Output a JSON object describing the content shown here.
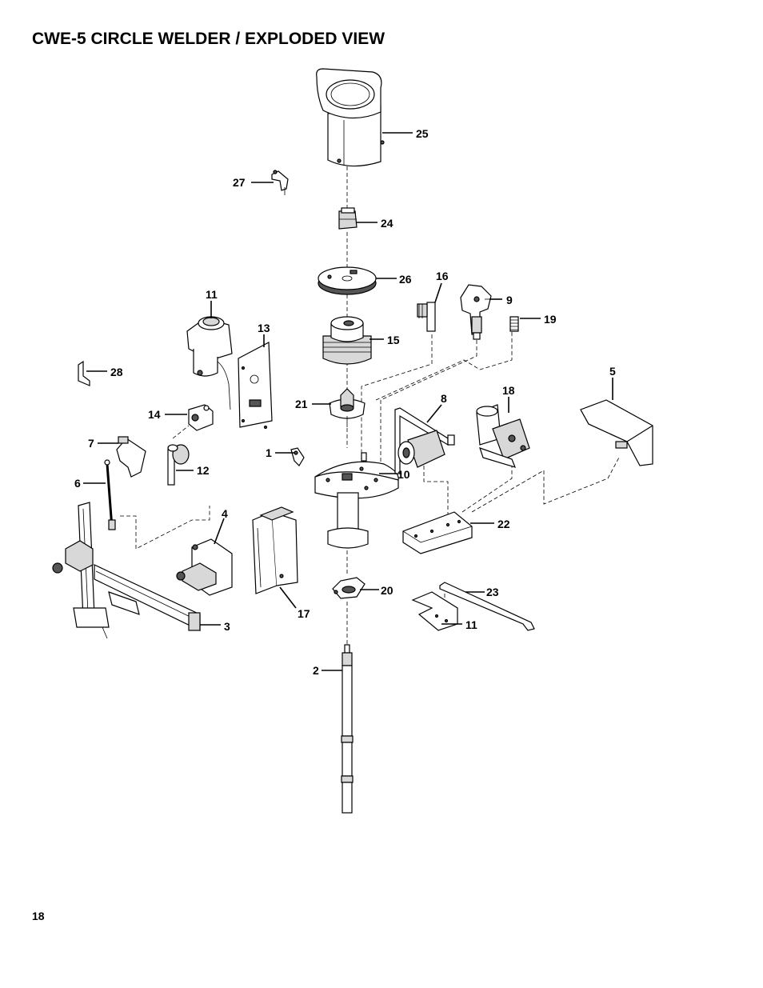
{
  "page": {
    "title": "CWE-5 CIRCLE WELDER / EXPLODED VIEW",
    "page_number": "18"
  },
  "callouts": [
    {
      "id": "c25",
      "label": "25"
    },
    {
      "id": "c27",
      "label": "27"
    },
    {
      "id": "c24",
      "label": "24"
    },
    {
      "id": "c26",
      "label": "26"
    },
    {
      "id": "c16",
      "label": "16"
    },
    {
      "id": "c9",
      "label": "9"
    },
    {
      "id": "c19",
      "label": "19"
    },
    {
      "id": "c11a",
      "label": "11"
    },
    {
      "id": "c13",
      "label": "13"
    },
    {
      "id": "c15",
      "label": "15"
    },
    {
      "id": "c28",
      "label": "28"
    },
    {
      "id": "c5",
      "label": "5"
    },
    {
      "id": "c18",
      "label": "18"
    },
    {
      "id": "c8",
      "label": "8"
    },
    {
      "id": "c21",
      "label": "21"
    },
    {
      "id": "c14",
      "label": "14"
    },
    {
      "id": "c7",
      "label": "7"
    },
    {
      "id": "c1",
      "label": "1"
    },
    {
      "id": "c12",
      "label": "12"
    },
    {
      "id": "c10",
      "label": "10"
    },
    {
      "id": "c6",
      "label": "6"
    },
    {
      "id": "c4",
      "label": "4"
    },
    {
      "id": "c22",
      "label": "22"
    },
    {
      "id": "c20",
      "label": "20"
    },
    {
      "id": "c23",
      "label": "23"
    },
    {
      "id": "c17",
      "label": "17"
    },
    {
      "id": "c3",
      "label": "3"
    },
    {
      "id": "c11b",
      "label": "11"
    },
    {
      "id": "c2",
      "label": "2"
    }
  ]
}
